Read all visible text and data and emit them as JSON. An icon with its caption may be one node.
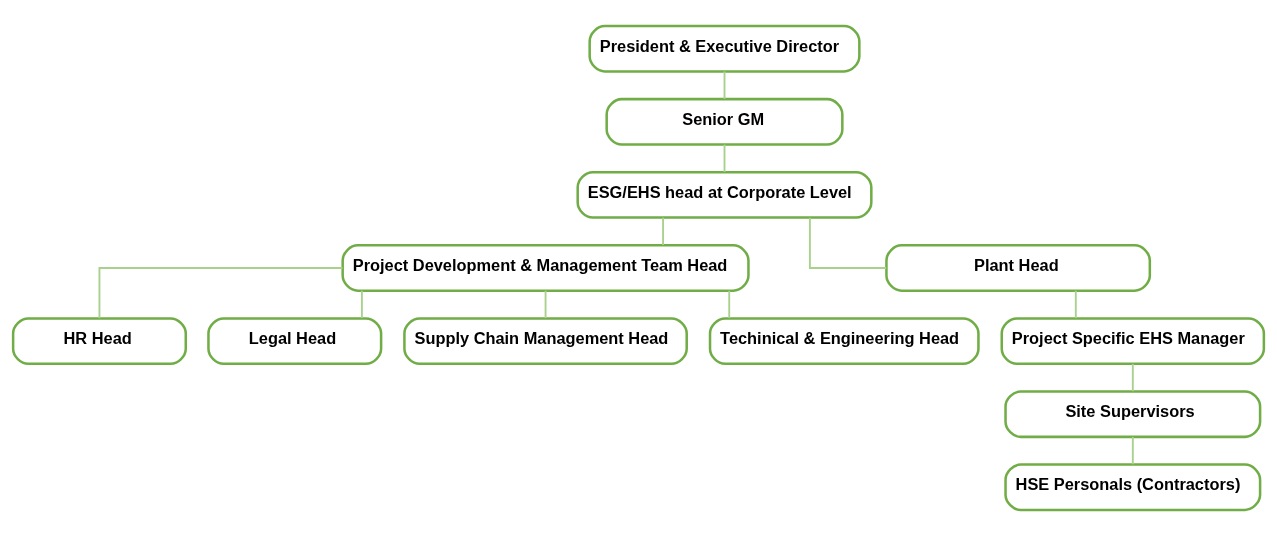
{
  "diagram": {
    "nodes": [
      {
        "text": [
          "President & Executive Director"
        ]
      },
      {
        "text": [
          "Senior GM"
        ]
      },
      {
        "text": [
          "ESG/EHS head at Corporate Level"
        ]
      },
      {
        "text": [
          "Project Development & Management Team Head"
        ]
      },
      {
        "text": [
          "Plant Head"
        ]
      },
      {
        "text": [
          "HR Head"
        ]
      },
      {
        "text": [
          "Legal Head"
        ]
      },
      {
        "text": [
          "Supply Chain Management Head"
        ]
      },
      {
        "text": [
          "Techinical & Engineering Head"
        ]
      },
      {
        "text": [
          "Project Specific EHS Manager"
        ]
      },
      {
        "text": [
          "Site Supervisors"
        ]
      },
      {
        "text": [
          "HSE Personals (Contractors)"
        ]
      }
    ],
    "edges": [
      {
        "from": 0,
        "to": 1,
        "arrow": "none"
      },
      {
        "from": 1,
        "to": 2,
        "arrow": "none"
      },
      {
        "from": 2,
        "to": 3,
        "arrow": "none"
      },
      {
        "from": 2,
        "to": 4,
        "arrow": "none"
      },
      {
        "from": 3,
        "to": 5,
        "arrow": "none"
      },
      {
        "from": 3,
        "to": 6,
        "arrow": "none"
      },
      {
        "from": 3,
        "to": 7,
        "arrow": "none"
      },
      {
        "from": 3,
        "to": 8,
        "arrow": "none"
      },
      {
        "from": 4,
        "to": 9,
        "arrow": "none"
      },
      {
        "from": 9,
        "to": 10,
        "arrow": "none"
      },
      {
        "from": 10,
        "to": 11,
        "arrow": "none"
      }
    ]
  }
}
